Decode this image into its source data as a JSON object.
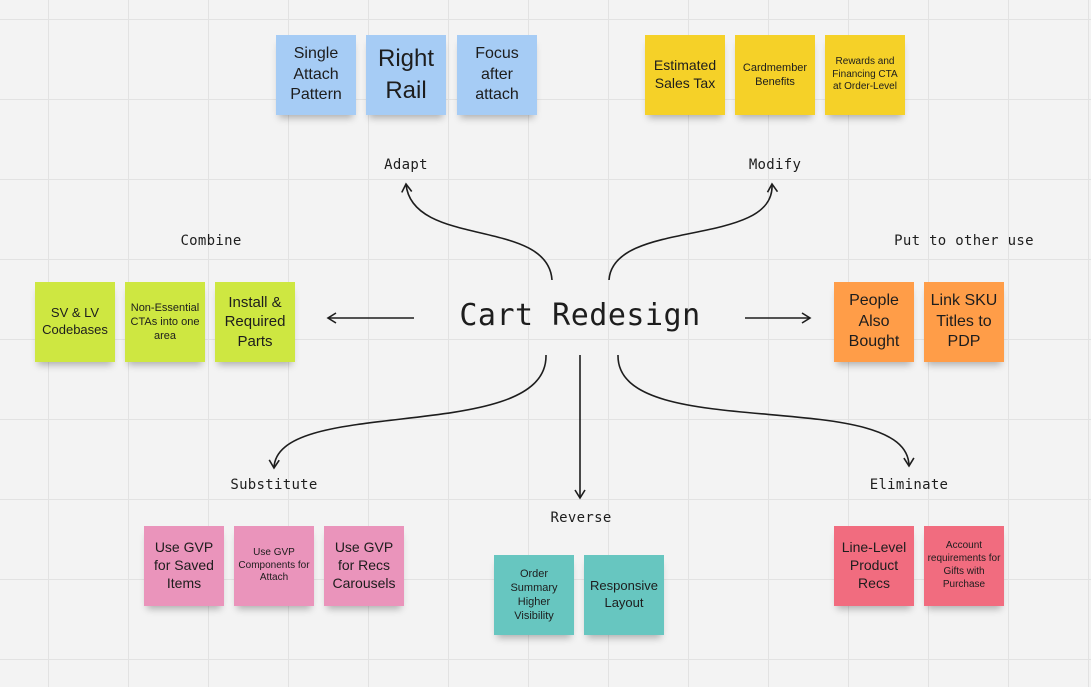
{
  "center_title": "Cart Redesign",
  "categories": {
    "adapt": "Adapt",
    "modify": "Modify",
    "combine": "Combine",
    "put_to_other_use": "Put to other use",
    "substitute": "Substitute",
    "reverse": "Reverse",
    "eliminate": "Eliminate"
  },
  "notes": {
    "adapt": [
      "Single Attach Pattern",
      "Right Rail",
      "Focus after attach"
    ],
    "modify": [
      "Estimated Sales Tax",
      "Cardmember Benefits",
      "Rewards and Financing CTA at Order-Level"
    ],
    "combine": [
      "SV & LV Codebases",
      "Non-Essential CTAs into one area",
      "Install & Required Parts"
    ],
    "put_to_other_use": [
      "People Also Bought",
      "Link SKU Titles to PDP"
    ],
    "substitute": [
      "Use GVP for Saved Items",
      "Use GVP Components for Attach",
      "Use GVP for Recs Carousels"
    ],
    "reverse": [
      "Order Summary Higher Visibility",
      "Responsive Layout"
    ],
    "eliminate": [
      "Line-Level Product Recs",
      "Account requirements for Gifts with Purchase"
    ]
  },
  "colors": {
    "adapt": "#a6ccf5",
    "modify": "#f5d128",
    "combine": "#cee741",
    "put_to_other_use": "#ff9d48",
    "substitute": "#ea94bb",
    "reverse": "#67c6c0",
    "eliminate": "#f16c7f"
  }
}
